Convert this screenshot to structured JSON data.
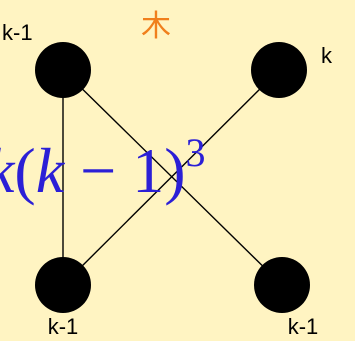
{
  "title": "木",
  "formula": {
    "lead": "k",
    "paren_open": "(",
    "var": "k",
    "minus": " − ",
    "one": "1",
    "paren_close": ")",
    "exponent": "3"
  },
  "vertices": [
    {
      "id": "top-left",
      "label": "k-1"
    },
    {
      "id": "top-right",
      "label": "k"
    },
    {
      "id": "bottom-left",
      "label": "k-1"
    },
    {
      "id": "bottom-right",
      "label": "k-1"
    }
  ],
  "edges": [
    {
      "from": "top-left",
      "to": "bottom-left"
    },
    {
      "from": "top-left",
      "to": "bottom-right"
    },
    {
      "from": "top-right",
      "to": "bottom-left"
    }
  ],
  "colors": {
    "background": "#fff4c2",
    "vertex": "#000000",
    "edge": "#000000",
    "title": "#f07f1c",
    "formula": "#2b1fd6"
  }
}
